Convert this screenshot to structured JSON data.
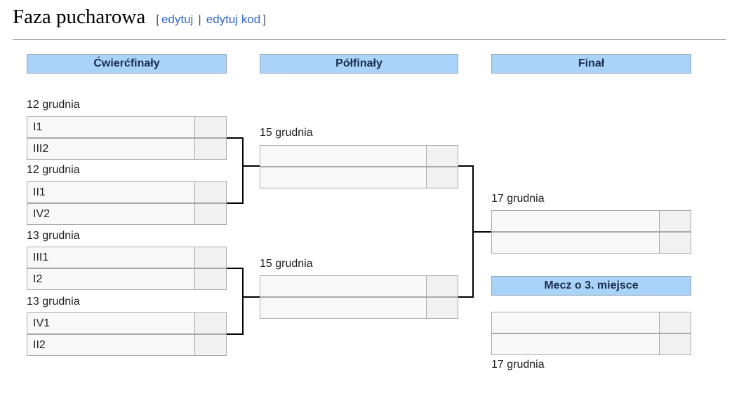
{
  "header": {
    "title": "Faza pucharowa",
    "edit": {
      "open_bracket": "[",
      "link1": "edytuj",
      "separator": "|",
      "link2": "edytuj kod",
      "close_bracket": "]"
    }
  },
  "bracket": {
    "round_headers": [
      {
        "label": "Ćwierćfinały"
      },
      {
        "label": "Półfinały"
      },
      {
        "label": "Finał"
      }
    ],
    "third_place_header": "Mecz o 3. miejsce",
    "quarterfinals": [
      {
        "date": "12 grudnia",
        "team1": "I1",
        "score1": "",
        "team2": "III2",
        "score2": ""
      },
      {
        "date": "12 grudnia",
        "team1": "II1",
        "score1": "",
        "team2": "IV2",
        "score2": ""
      },
      {
        "date": "13 grudnia",
        "team1": "III1",
        "score1": "",
        "team2": "I2",
        "score2": ""
      },
      {
        "date": "13 grudnia",
        "team1": "IV1",
        "score1": "",
        "team2": "II2",
        "score2": ""
      }
    ],
    "semifinals": [
      {
        "date": "15 grudnia",
        "team1": "",
        "score1": "",
        "team2": "",
        "score2": ""
      },
      {
        "date": "15 grudnia",
        "team1": "",
        "score1": "",
        "team2": "",
        "score2": ""
      }
    ],
    "final": {
      "date": "17 grudnia",
      "team1": "",
      "score1": "",
      "team2": "",
      "score2": ""
    },
    "third_place": {
      "date": "17 grudnia",
      "team1": "",
      "score1": "",
      "team2": "",
      "score2": ""
    }
  },
  "colors": {
    "round_header_bg": "#a9d3f8",
    "link_blue": "#3366cc",
    "cell_bg": "#f8f8f8",
    "cell_border": "#aaaaaa",
    "connector": "#000000",
    "divider": "#a2a9b1"
  }
}
